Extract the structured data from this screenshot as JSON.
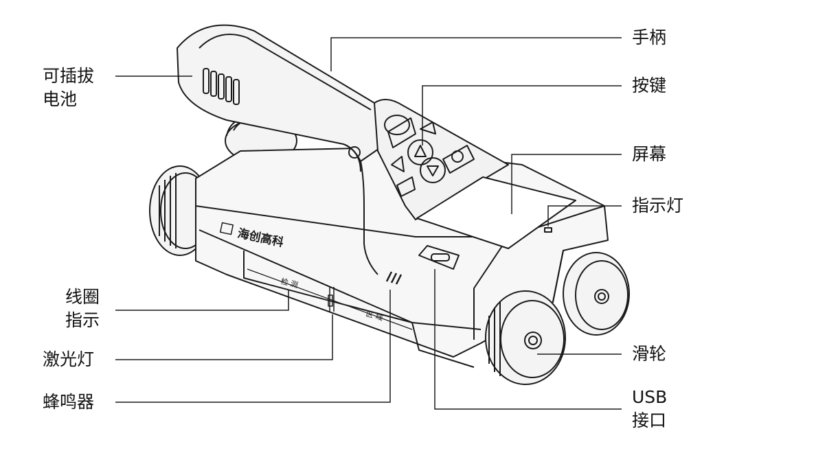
{
  "labels": {
    "battery": [
      "可插拔",
      "电池"
    ],
    "handle": "手柄",
    "keys": "按键",
    "screen": "屏幕",
    "indicator_light": "指示灯",
    "coil_indicator": [
      "线圈",
      "指示"
    ],
    "laser": "激光灯",
    "buzzer": "蜂鸣器",
    "wheels": "滑轮",
    "usb": [
      "USB",
      "接口"
    ]
  },
  "device": {
    "brand": "海创高科",
    "zone_label_1": "检 测",
    "zone_label_2": "区 域"
  },
  "colors": {
    "line": "#1a1a1a",
    "fill": "#f4f4f4",
    "dark": "#2a2a2a"
  }
}
